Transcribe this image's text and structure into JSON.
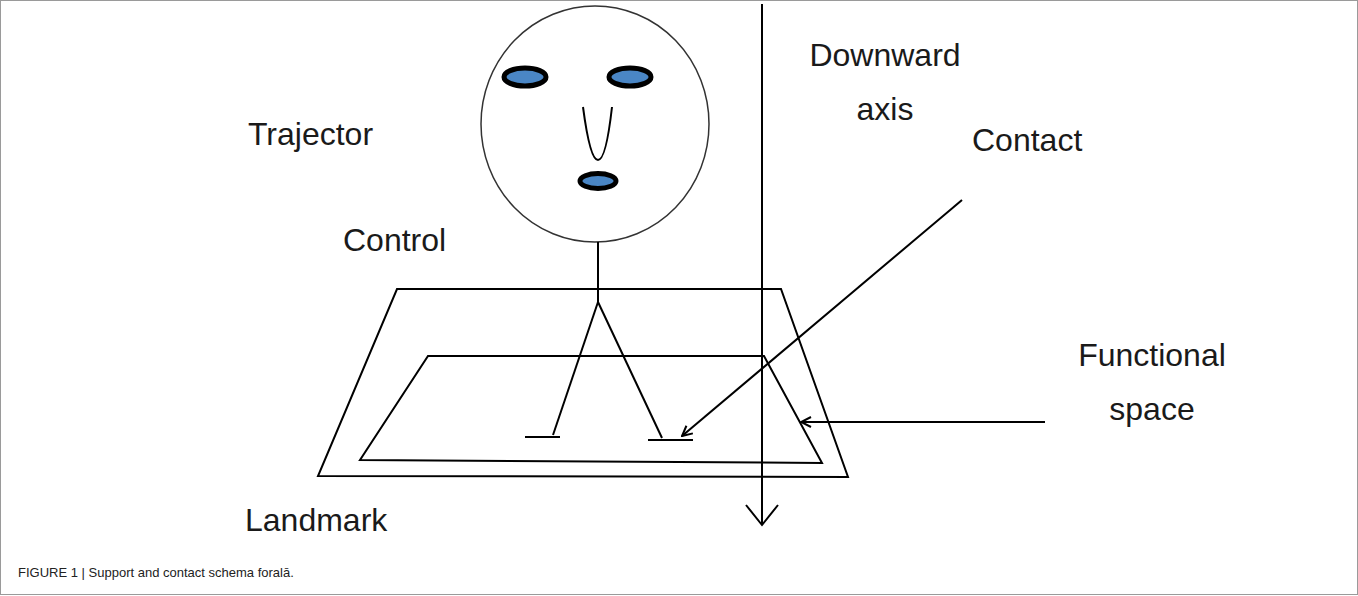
{
  "diagram": {
    "caption": "FIGURE 1 | Support and contact schema foralā.",
    "labels": [
      "Trajector",
      "Downward axis",
      "Contact",
      "Control",
      "Functional space",
      "Landmark"
    ]
  }
}
